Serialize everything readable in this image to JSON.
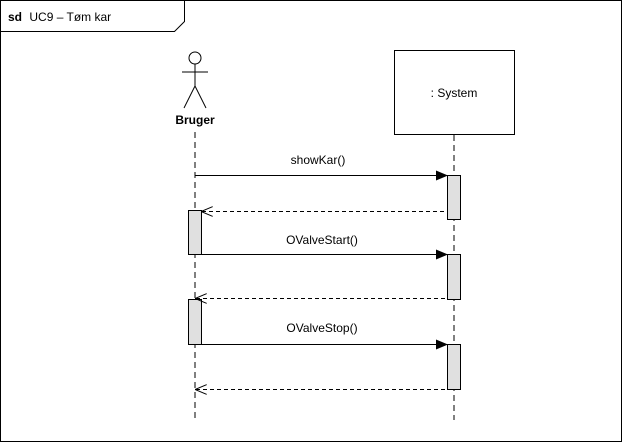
{
  "frame": {
    "keyword": "sd",
    "title": "UC9 – Tøm kar"
  },
  "actor": {
    "name": "Bruger"
  },
  "system": {
    "name": ": System"
  },
  "messages": [
    {
      "label": "showKar()",
      "kind": "sync",
      "from": "actor",
      "to": "system"
    },
    {
      "label": "",
      "kind": "return",
      "from": "system",
      "to": "actor"
    },
    {
      "label": "OValveStart()",
      "kind": "sync",
      "from": "actor",
      "to": "system"
    },
    {
      "label": "",
      "kind": "return",
      "from": "system",
      "to": "actor"
    },
    {
      "label": "OValveStop()",
      "kind": "sync",
      "from": "actor",
      "to": "system"
    },
    {
      "label": "",
      "kind": "return",
      "from": "system",
      "to": "actor"
    }
  ],
  "colors": {
    "line": "#000000",
    "activation_fill": "#e0e0e0",
    "background": "#ffffff"
  }
}
